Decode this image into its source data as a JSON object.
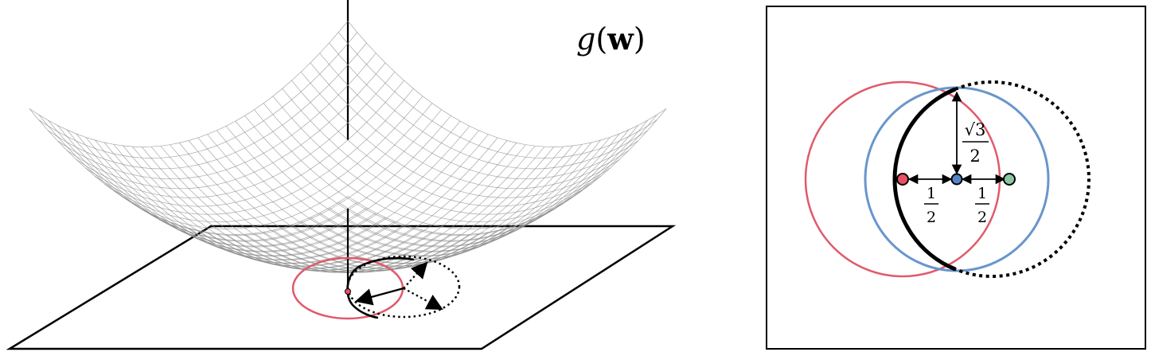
{
  "surface_label": {
    "func": "g",
    "open": "(",
    "arg": "w",
    "close": ")"
  },
  "measurements": {
    "vertical": {
      "numerator_root": "√3",
      "denominator": "2"
    },
    "left_half": {
      "numerator": "1",
      "denominator": "2"
    },
    "right_half": {
      "numerator": "1",
      "denominator": "2"
    }
  },
  "colors": {
    "red_circle": "#e05a6a",
    "blue_circle": "#6a95cc",
    "green_point": "#8cc7a2",
    "red_point": "#e8515f",
    "blue_point": "#5584c4",
    "mesh": "#8a8a8a",
    "ink": "#000000"
  }
}
